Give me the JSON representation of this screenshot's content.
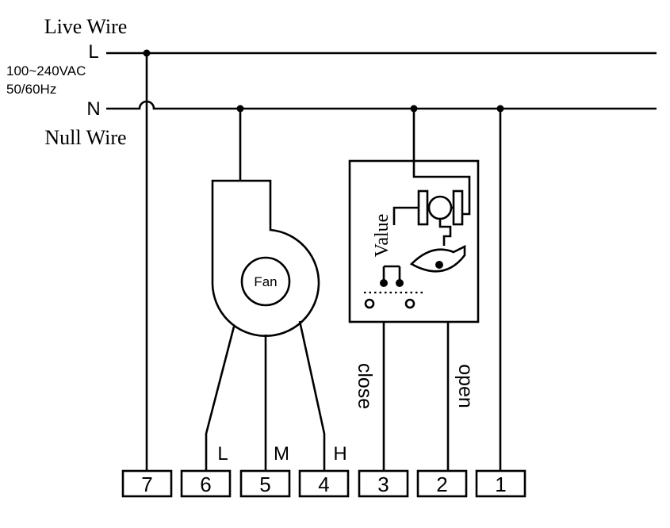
{
  "lines": {
    "live_title": "Live Wire",
    "live_letter": "L",
    "voltage": "100~240VAC",
    "frequency": "50/60Hz",
    "neutral_letter": "N",
    "neutral_title": "Null Wire"
  },
  "fan": {
    "label": "Fan",
    "speed_low": "L",
    "speed_mid": "M",
    "speed_high": "H"
  },
  "valve": {
    "label": "Value",
    "close_label": "close",
    "open_label": "open"
  },
  "terminals": [
    "7",
    "6",
    "5",
    "4",
    "3",
    "2",
    "1"
  ]
}
